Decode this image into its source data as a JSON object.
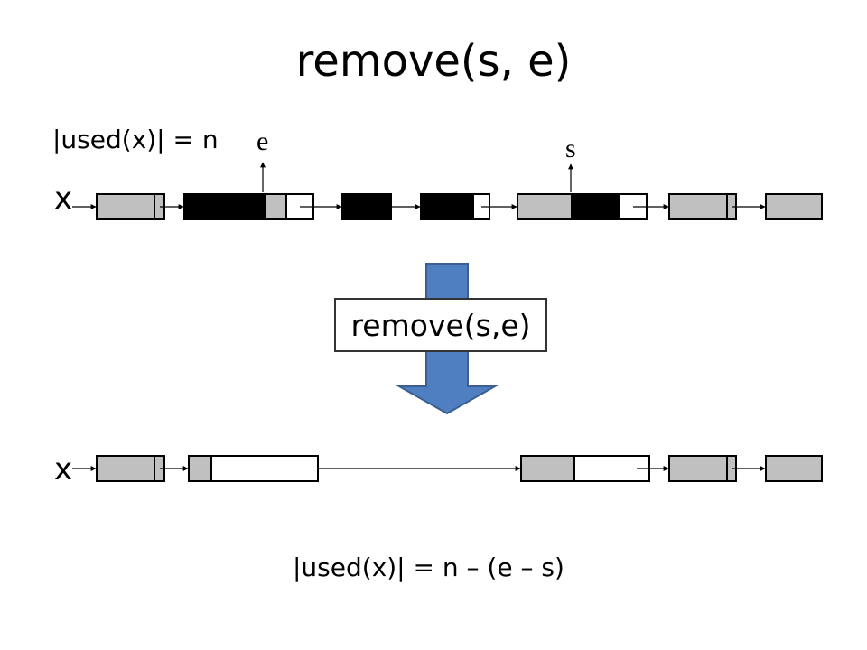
{
  "title": "remove(s, e)",
  "top": {
    "used_label": "|used(x)| = n",
    "var_label": "x",
    "marker_e": "e",
    "marker_s": "s"
  },
  "command": {
    "label": "remove(s,e)"
  },
  "bottom": {
    "var_label": "x",
    "used_label": "|used(x)| = n – (e – s)"
  },
  "colors": {
    "gray": "#c0c0c0",
    "black": "#000000",
    "arrow_fill": "#4f7fc0",
    "arrow_stroke": "#3a5f90"
  }
}
